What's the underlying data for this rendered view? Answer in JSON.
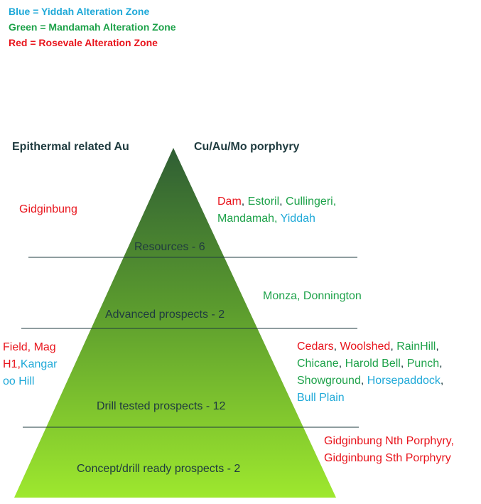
{
  "legend": {
    "blue": "Blue = Yiddah Alteration Zone",
    "green": "Green = Mandamah Alteration Zone",
    "red": "Red = Rosevale Alteration Zone"
  },
  "headers": {
    "left": "Epithermal related Au",
    "right": "Cu/Au/Mo porphyry"
  },
  "colors": {
    "blue": "#1fa9d8",
    "green": "#1ea24a",
    "red": "#e8141c",
    "pyramid_top": "#2f5e34",
    "pyramid_bottom": "#9ee82e"
  },
  "levels": [
    {
      "label": "Resources - 6"
    },
    {
      "label": "Advanced prospects - 2"
    },
    {
      "label": "Drill tested prospects - 12"
    },
    {
      "label": "Concept/drill ready prospects - 2"
    }
  ],
  "left_prospects": {
    "gidginbung": "Gidginbung",
    "field_mag": "Field,  Mag",
    "h1": "H1,",
    "kangar": "Kangar",
    "oo_hill": "oo Hill"
  },
  "right_prospects": {
    "dam": "Dam",
    "estoril": "Estoril",
    "cullingeri": "Cullingeri",
    "mandamah": "Mandamah",
    "yiddah": "Yiddah",
    "monza": "Monza",
    "donnington": "Donnington",
    "cedars": "Cedars",
    "woolshed": "Woolshed",
    "rainhill": "RainHill",
    "chicane": "Chicane",
    "harold_bell": "Harold Bell",
    "punch": "Punch",
    "showground": "Showground",
    "horsepaddock": "Horsepaddock",
    "bull_plain": "Bull Plain",
    "gidginbung_nth": "Gidginbung Nth Porphyry",
    "gidginbung_sth": "Gidginbung Sth Porphyry"
  }
}
